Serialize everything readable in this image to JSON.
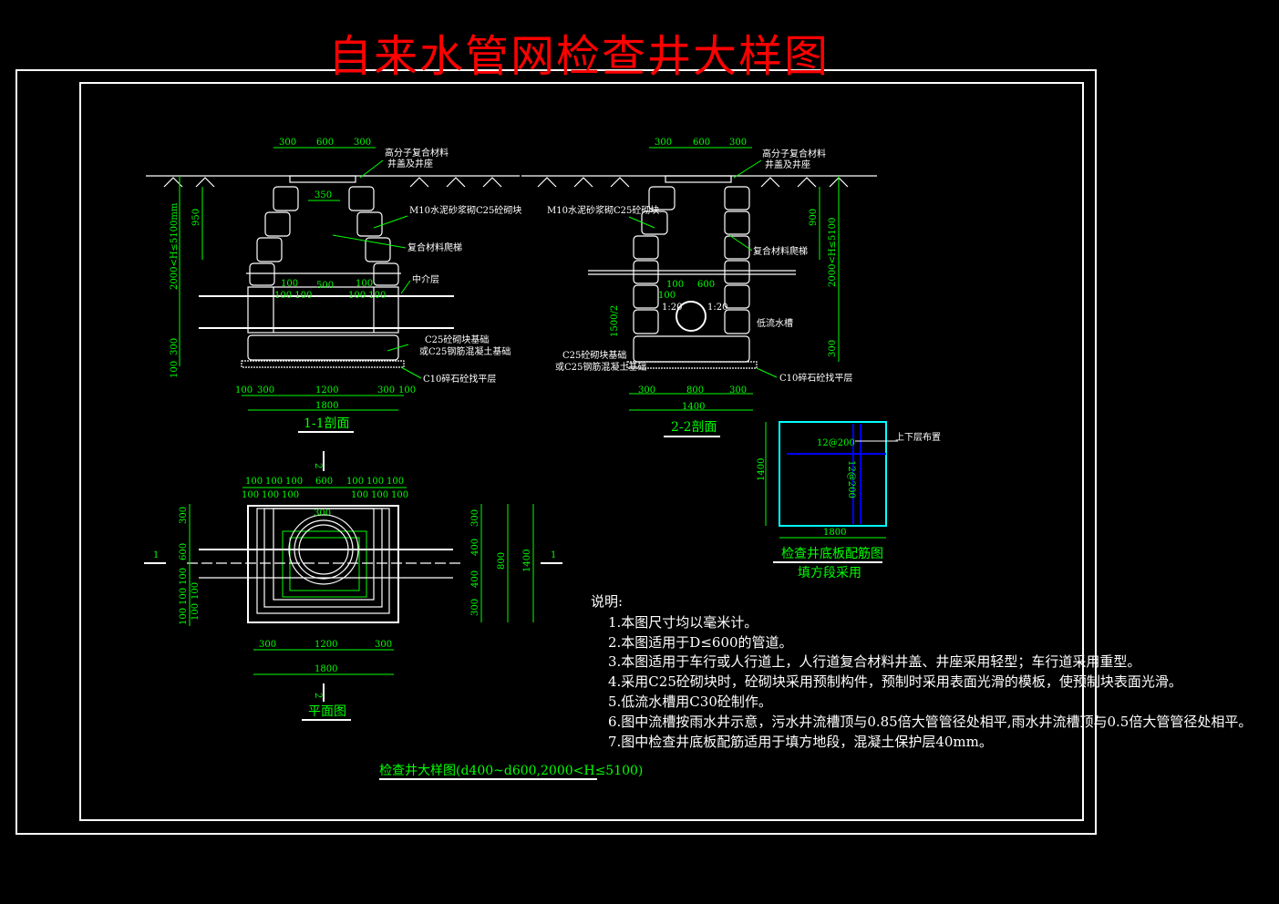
{
  "title": "自来水管网检查井大样图",
  "colors": {
    "background": "#000000",
    "lines": "#ffffff",
    "dimensions": "#00ff00",
    "title": "#ff0000",
    "slab": "#00ffff",
    "rebar": "#0000ff"
  },
  "section_1_1": {
    "label": "1-1剖面",
    "top_dims": [
      "300",
      "600",
      "300"
    ],
    "inner_dim": "350",
    "height_dim": "950",
    "total_height": "2000<H≤5100mm",
    "base_dims": [
      "300",
      "100"
    ],
    "mid_dims_top": [
      "100",
      "500",
      "100"
    ],
    "mid_dims_bottom": [
      "100 100",
      "100 100"
    ],
    "bottom_dims": [
      "100",
      "300",
      "1200",
      "300",
      "100"
    ],
    "bottom_total": "1800",
    "callouts": [
      "高分子复合材料",
      "井盖及井座",
      "M10水泥砂浆砌C25砼砌块",
      "复合材料爬梯",
      "中介层",
      "C25砼砌块基础",
      "或C25钢筋混凝土基础",
      "C10碎石砼找平层"
    ]
  },
  "section_2_2": {
    "label": "2-2剖面",
    "top_dims": [
      "300",
      "600",
      "300"
    ],
    "height_dim": "900",
    "total_height": "2000<H≤5100",
    "base_dim": "300",
    "channel_dim": "1500/2",
    "pipe_dims": [
      "100",
      "600",
      "100"
    ],
    "slopes": [
      "1:20",
      "1:20"
    ],
    "bottom_dims": [
      "300",
      "800",
      "300"
    ],
    "bottom_total": "1400",
    "callouts": [
      "高分子复合材料",
      "井盖及井座",
      "M10水泥砂浆砌C25砼砌块",
      "复合材料爬梯",
      "低流水槽",
      "C25砼砌块基础",
      "或C25钢筋混凝土基础",
      "C10碎石砼找平层"
    ]
  },
  "plan": {
    "label": "平面图",
    "section_marks": [
      "2",
      "2",
      "1",
      "1"
    ],
    "top_dims_upper": [
      "100",
      "100",
      "100",
      "600",
      "100",
      "100",
      "100"
    ],
    "top_dims_lower": [
      "100",
      "100",
      "100",
      "100",
      "100",
      "100"
    ],
    "opening_dim": "300",
    "left_dims": [
      "300",
      "600",
      "100",
      "100",
      "100",
      "100",
      "100"
    ],
    "right_dims": [
      "300",
      "400",
      "400",
      "300"
    ],
    "right_mid": "800",
    "right_total": "1400",
    "bottom_dims": [
      "300",
      "1200",
      "300"
    ],
    "bottom_total": "1800"
  },
  "rebar_plan": {
    "title": "检查井底板配筋图",
    "subtitle": "填方段采用",
    "callout": "上下层布置",
    "bar_h": "12@200",
    "bar_v": "12@200",
    "width": "1800",
    "height": "1400"
  },
  "caption": "检查井大样图(d400~d600,2000<H≤5100)",
  "notes": {
    "heading": "说明:",
    "items": [
      "1.本图尺寸均以毫米计。",
      "2.本图适用于D≤600的管道。",
      "3.本图适用于车行或人行道上，人行道复合材料井盖、井座采用轻型；车行道采用重型。",
      "4.采用C25砼砌块时，砼砌块采用预制构件，预制时采用表面光滑的模板，使预制块表面光滑。",
      "5.低流水槽用C30砼制作。",
      "6.图中流槽按雨水井示意，污水井流槽顶与0.85倍大管管径处相平,雨水井流槽顶与0.5倍大管管径处相平。",
      "7.图中检查井底板配筋适用于填方地段，混凝土保护层40mm。"
    ]
  }
}
